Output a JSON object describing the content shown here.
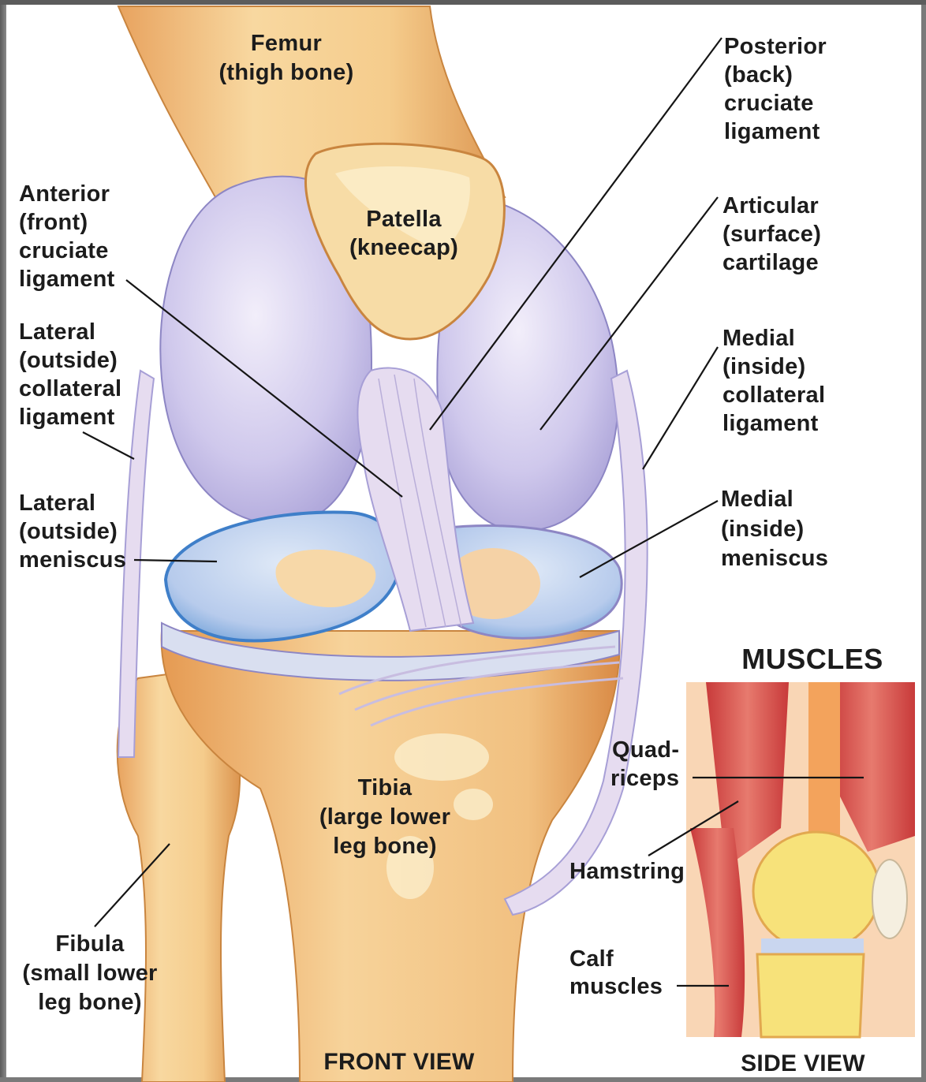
{
  "labels": {
    "femur": [
      "Femur",
      "(thigh bone)"
    ],
    "posterior_cruciate": [
      "Posterior",
      "(back)",
      "cruciate",
      "ligament"
    ],
    "anterior_cruciate": [
      "Anterior",
      "(front)",
      "cruciate",
      "ligament"
    ],
    "patella": [
      "Patella",
      "(kneecap)"
    ],
    "articular_cartilage": [
      "Articular",
      "(surface)",
      "cartilage"
    ],
    "lateral_collateral": [
      "Lateral",
      "(outside)",
      "collateral",
      "ligament"
    ],
    "medial_collateral": [
      "Medial",
      "(inside)",
      "collateral",
      "ligament"
    ],
    "lateral_meniscus": [
      "Lateral",
      "(outside)",
      "meniscus"
    ],
    "medial_meniscus": [
      "Medial",
      "(inside)",
      "meniscus"
    ],
    "tibia": [
      "Tibia",
      "(large lower",
      "leg bone)"
    ],
    "fibula": [
      "Fibula",
      "(small lower",
      "leg bone)"
    ],
    "quadriceps": [
      "Quad-",
      "riceps"
    ],
    "hamstring": [
      "Hamstring"
    ],
    "calf_muscles": [
      "Calf",
      "muscles"
    ]
  },
  "headings": {
    "muscles": "MUSCLES",
    "front_view": "FRONT VIEW",
    "side_view": "SIDE VIEW"
  },
  "colors": {
    "bone": "#f2c98a",
    "cartilage": "#c9c3ea",
    "meniscus": "#a9c4e6",
    "ligament": "#ddd2ea",
    "muscle": "#d84a4a",
    "marrow": "#f7e27a"
  }
}
